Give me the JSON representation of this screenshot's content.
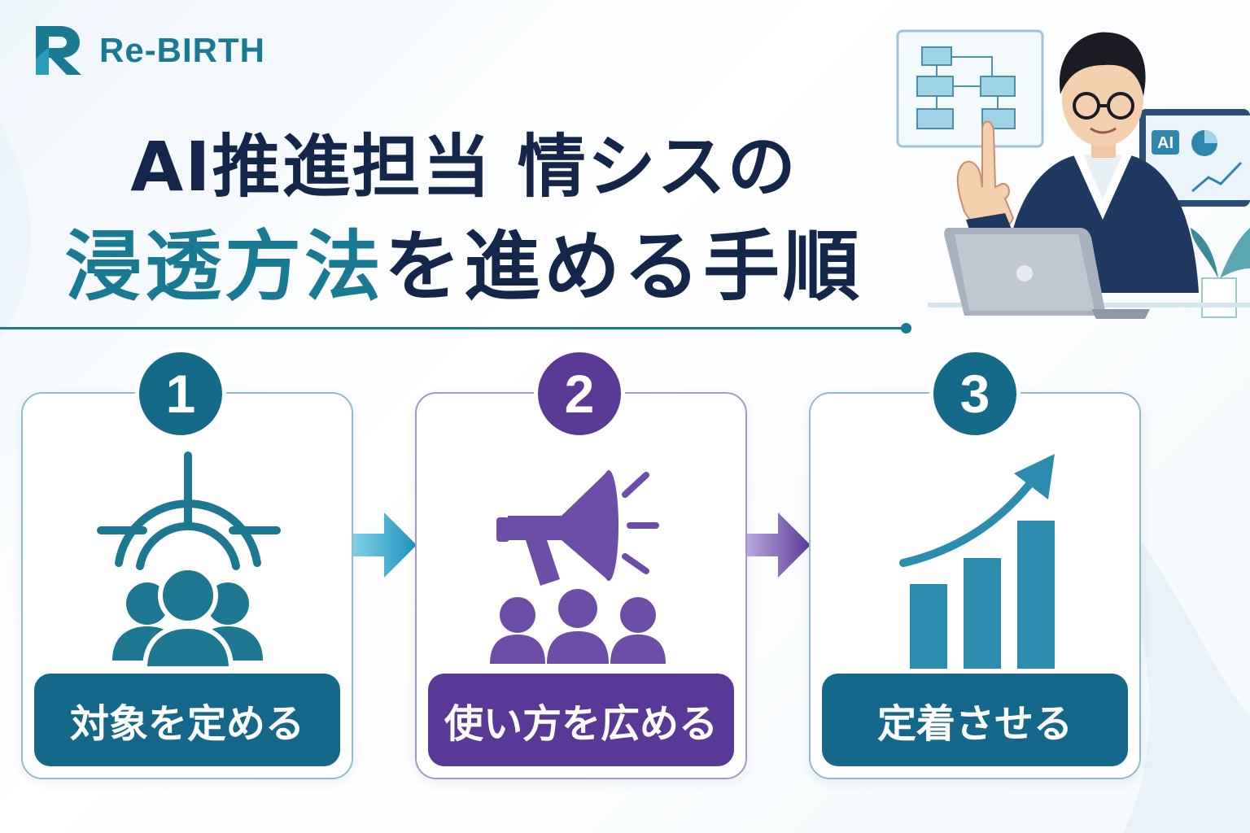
{
  "brand": {
    "name": "Re-BIRTH",
    "logo_letter": "R"
  },
  "title": {
    "line1": "AI推進担当 情シスの",
    "line2_accent": "浸透方法",
    "line2_rest": "を進める手順"
  },
  "illustration": {
    "screen_badge": "AI"
  },
  "steps": [
    {
      "number": "1",
      "label": "対象を定める",
      "icon": "target-people-icon"
    },
    {
      "number": "2",
      "label": "使い方を広める",
      "icon": "megaphone-people-icon"
    },
    {
      "number": "3",
      "label": "定着させる",
      "icon": "growth-chart-icon"
    }
  ],
  "colors": {
    "teal": "#15688a",
    "purple": "#5a3895",
    "navy": "#14274a"
  }
}
